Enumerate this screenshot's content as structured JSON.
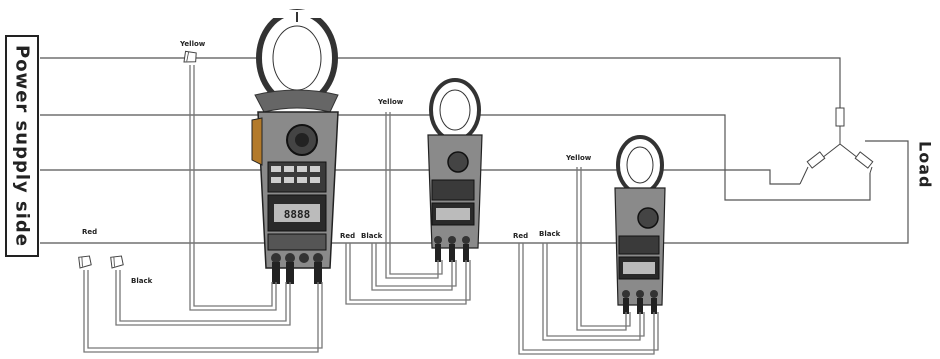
{
  "source_label": "Power supply side",
  "load_label": "Load",
  "clamp1": {
    "yellow": "Yellow",
    "red": "Red",
    "black": "Black"
  },
  "clamp2": {
    "yellow": "Yellow",
    "red": "Red",
    "black": "Black"
  },
  "clamp3": {
    "yellow": "Yellow",
    "red": "Red",
    "black": "Black"
  },
  "colors": {
    "line": "#555555",
    "lead": "#777777",
    "meter_body": "#3a3a3a",
    "meter_light": "#cfcfcf"
  }
}
